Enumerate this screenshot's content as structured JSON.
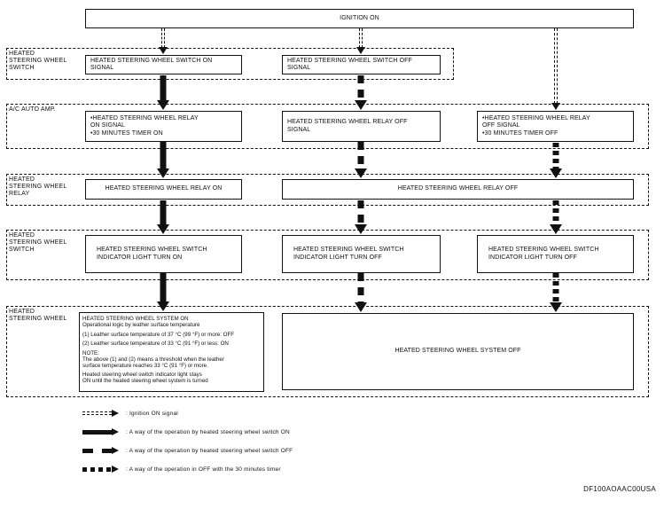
{
  "colors": {
    "ink": "#111111",
    "bg": "#ffffff"
  },
  "figure_code": "DF100AOAAC00USA",
  "ignition": {
    "label": "IGNITION ON"
  },
  "lanes": [
    {
      "label": "HEATED\nSTEERING WHEEL\nSWITCH"
    },
    {
      "label": "A/C AUTO AMP."
    },
    {
      "label": "HEATED\nSTEERING WHEEL\nRELAY"
    },
    {
      "label": "HEATED\nSTEERING WHEEL\nSWITCH"
    },
    {
      "label": "HEATED\nSTEERING WHEEL"
    }
  ],
  "boxes": {
    "switch_on_signal": "HEATED STEERING WHEEL SWITCH ON\nSIGNAL",
    "switch_off_signal": "HEATED STEERING WHEEL SWITCH OFF\nSIGNAL",
    "relay_on_signal": "•HEATED STEERING WHEEL RELAY\n ON SIGNAL\n•30 MINUTES TIMER ON",
    "relay_off_signal": "HEATED STEERING WHEEL RELAY OFF\nSIGNAL",
    "relay_off_signal_timer": "•HEATED STEERING WHEEL RELAY\n OFF SIGNAL\n•30 MINUTES TIMER OFF",
    "relay_on": "HEATED STEERING WHEEL RELAY ON",
    "relay_off": "HEATED STEERING WHEEL RELAY OFF",
    "indicator_on": "HEATED STEERING WHEEL SWITCH\nINDICATOR LIGHT TURN ON",
    "indicator_off_mid": "HEATED STEERING WHEEL SWITCH\nINDICATOR LIGHT TURN OFF",
    "indicator_off_right": "HEATED STEERING WHEEL SWITCH\nINDICATOR LIGHT TURN OFF",
    "system_off": "HEATED STEERING WHEEL SYSTEM OFF"
  },
  "system_on_box": {
    "title": "HEATED STEERING WHEEL SYSTEM ON",
    "subtitle": "Operational logic by leather surface temperature",
    "item1": "(1) Leather surface temperature of 37 °C (99 °F) or more: OFF",
    "item2": "(2) Leather surface temperature of 33 °C (91 °F) or less: ON",
    "note_label": "NOTE:",
    "note1": "The above (1) and (2) means a threshold when the leather\nsurface temperature reaches 33 °C (91 °F) or more.",
    "note2": "Heated steering wheel switch indicator light stays\nON until the heated steering wheel system is turned"
  },
  "legend": [
    {
      "style": "ignition",
      "label": ": Ignition ON signal"
    },
    {
      "style": "solid",
      "label": ": A way of the operation by heated steering wheel switch ON"
    },
    {
      "style": "dashed",
      "label": ": A way of the operation by heated steering wheel switch OFF"
    },
    {
      "style": "dotted",
      "label": ": A way of the operation in OFF with the 30 minutes timer"
    }
  ]
}
